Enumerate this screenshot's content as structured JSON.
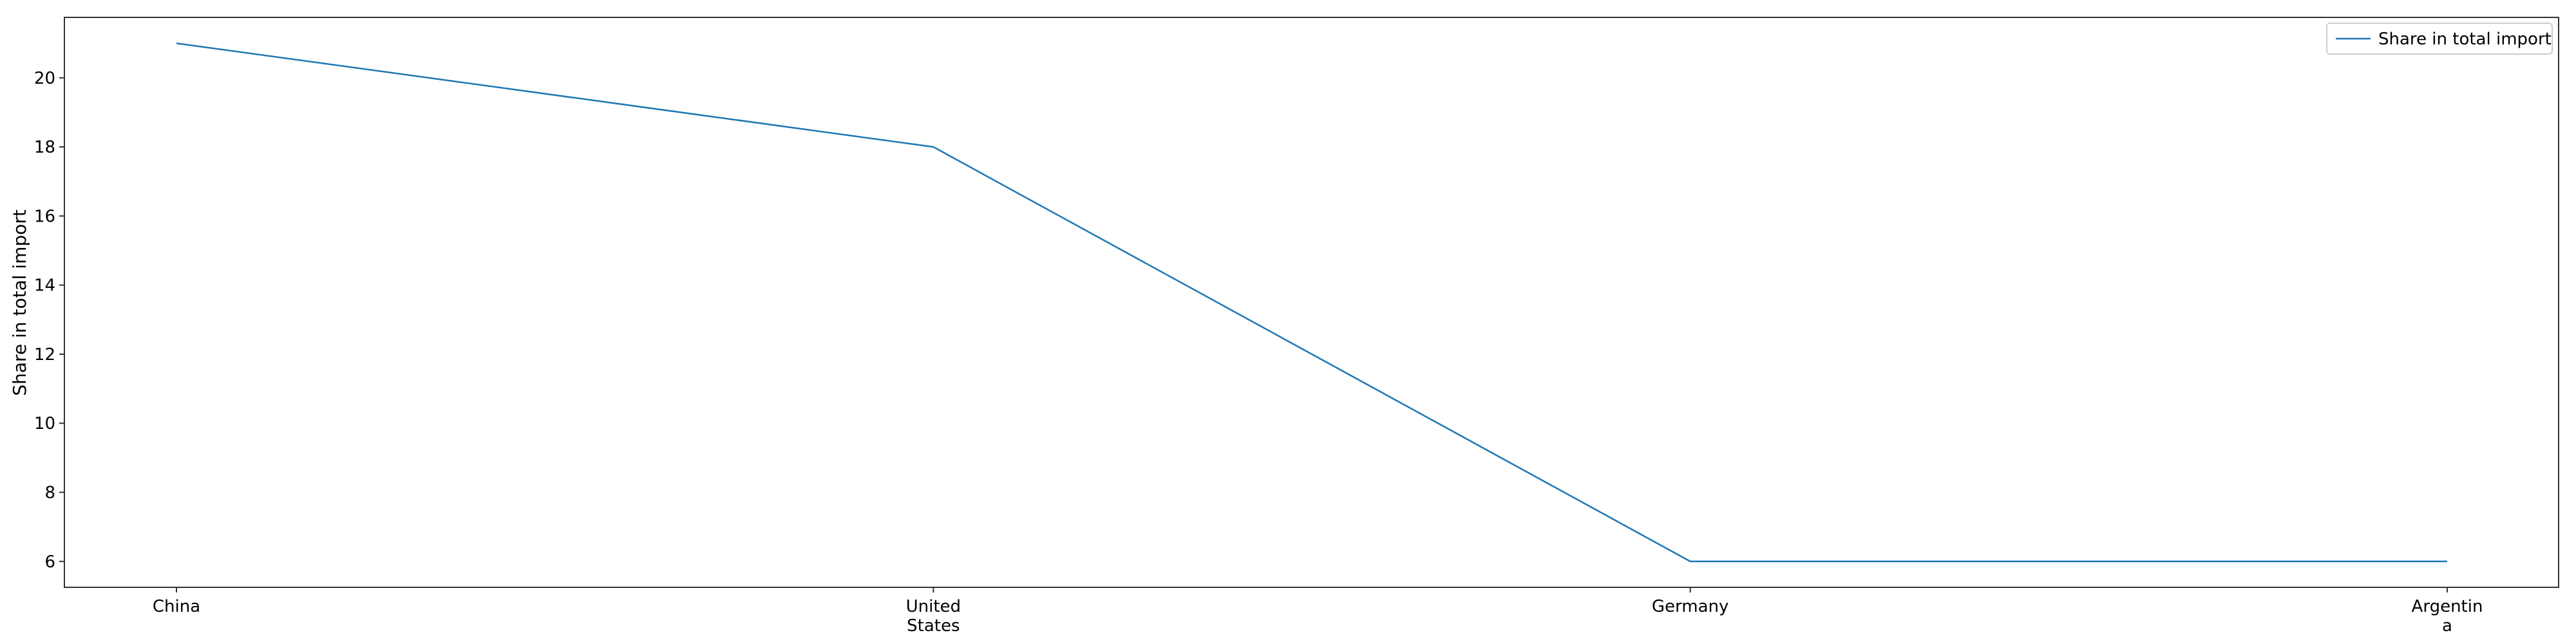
{
  "chart_data": {
    "type": "line",
    "categories": [
      "China",
      "United States",
      "Germany",
      "Argentina"
    ],
    "category_labels": [
      [
        "China"
      ],
      [
        "United",
        "States"
      ],
      [
        "Germany"
      ],
      [
        "Argentin",
        "a"
      ]
    ],
    "series": [
      {
        "name": "Share in total import",
        "values": [
          21,
          18,
          6,
          6
        ],
        "color": "#1f77b4"
      }
    ],
    "title": "",
    "xlabel": "",
    "ylabel": "Share in total import",
    "ylim": [
      5.25,
      21.75
    ],
    "yticks": [
      6,
      8,
      10,
      12,
      14,
      16,
      18,
      20
    ],
    "grid": false,
    "legend": "top-right"
  }
}
